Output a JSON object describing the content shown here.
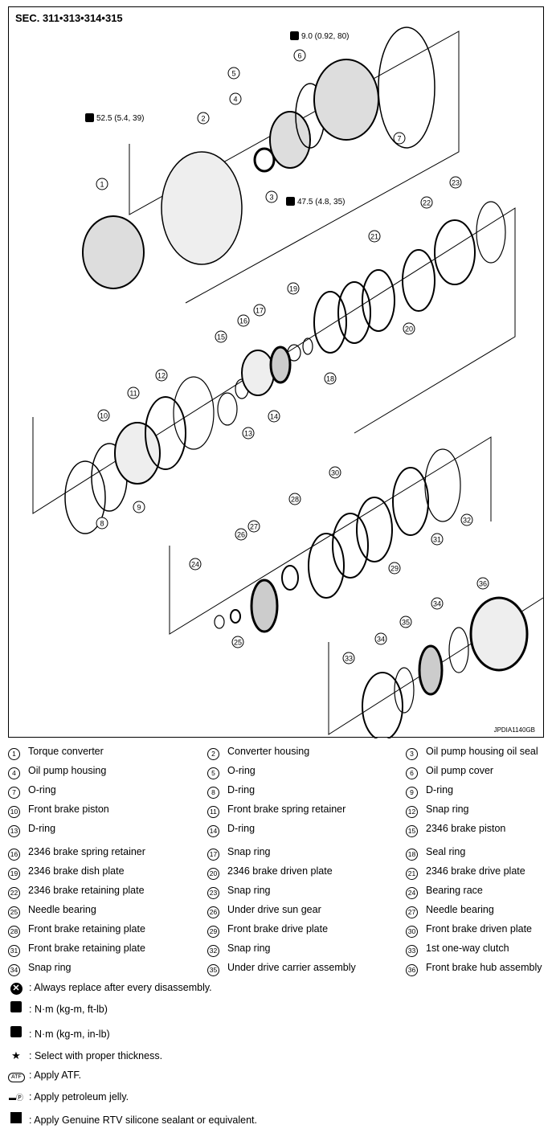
{
  "section_title": "SEC. 311•313•314•315",
  "figure_code": "JPDIA1140GB",
  "torques": [
    {
      "id": "t1",
      "text": "9.0 (0.92, 80)"
    },
    {
      "id": "t2",
      "text": "52.5 (5.4, 39)"
    },
    {
      "id": "t3",
      "text": "47.5 (4.8, 35)"
    }
  ],
  "atf_label": "ATF",
  "parts": [
    {
      "num": "1",
      "name": "Torque converter"
    },
    {
      "num": "2",
      "name": "Converter housing"
    },
    {
      "num": "3",
      "name": "Oil pump housing oil seal"
    },
    {
      "num": "4",
      "name": "Oil pump housing"
    },
    {
      "num": "5",
      "name": "O-ring"
    },
    {
      "num": "6",
      "name": "Oil pump cover"
    },
    {
      "num": "7",
      "name": "O-ring"
    },
    {
      "num": "8",
      "name": "D-ring"
    },
    {
      "num": "9",
      "name": "D-ring"
    },
    {
      "num": "10",
      "name": "Front brake piston"
    },
    {
      "num": "11",
      "name": "Front brake spring retainer"
    },
    {
      "num": "12",
      "name": "Snap ring"
    },
    {
      "num": "13",
      "name": "D-ring"
    },
    {
      "num": "14",
      "name": "D-ring"
    },
    {
      "num": "15",
      "name": "2346 brake piston"
    },
    {
      "num": "16",
      "name": "2346 brake spring retainer"
    },
    {
      "num": "17",
      "name": "Snap ring"
    },
    {
      "num": "18",
      "name": "Seal ring"
    },
    {
      "num": "19",
      "name": "2346 brake dish plate"
    },
    {
      "num": "20",
      "name": "2346 brake driven plate"
    },
    {
      "num": "21",
      "name": "2346 brake drive plate"
    },
    {
      "num": "22",
      "name": "2346 brake retaining plate"
    },
    {
      "num": "23",
      "name": "Snap ring"
    },
    {
      "num": "24",
      "name": "Bearing race"
    },
    {
      "num": "25",
      "name": "Needle bearing"
    },
    {
      "num": "26",
      "name": "Under drive sun gear"
    },
    {
      "num": "27",
      "name": "Needle bearing"
    },
    {
      "num": "28",
      "name": "Front brake retaining plate"
    },
    {
      "num": "29",
      "name": "Front brake drive plate"
    },
    {
      "num": "30",
      "name": "Front brake driven plate"
    },
    {
      "num": "31",
      "name": "Front brake retaining plate"
    },
    {
      "num": "32",
      "name": "Snap ring"
    },
    {
      "num": "33",
      "name": "1st one-way clutch"
    },
    {
      "num": "34",
      "name": "Snap ring"
    },
    {
      "num": "35",
      "name": "Under drive carrier assembly"
    },
    {
      "num": "36",
      "name": "Front brake hub assembly"
    }
  ],
  "symbols": [
    {
      "icon": "replace-icon",
      "text": ": Always replace after every disassembly."
    },
    {
      "icon": "torque-ft-icon",
      "text": ": N·m (kg-m, ft-lb)"
    },
    {
      "icon": "torque-in-icon",
      "text": ": N·m (kg-m, in-lb)"
    },
    {
      "icon": "star-icon",
      "text": ": Select with proper thickness."
    },
    {
      "icon": "atf-icon",
      "text": ": Apply ATF."
    },
    {
      "icon": "petroleum-jelly-icon",
      "text": ": Apply petroleum jelly."
    },
    {
      "icon": "sealant-icon",
      "text": ": Apply Genuine RTV silicone sealant or equivalent."
    }
  ]
}
